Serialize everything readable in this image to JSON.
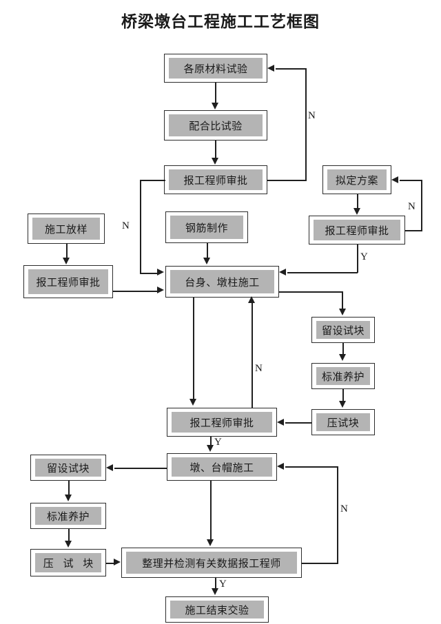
{
  "title": "桥梁墩台工程施工工艺框图",
  "nodes": {
    "raw_material_test": "各原材料试验",
    "mix_ratio_test": "配合比试验",
    "engineer_approval_1": "报工程师审批",
    "draft_plan": "拟定方案",
    "engineer_approval_2": "报工程师审批",
    "construction_layout": "施工放样",
    "engineer_approval_3": "报工程师审批",
    "rebar_fabrication": "钢筋制作",
    "abutment_pier_construction": "台身、墩柱施工",
    "reserve_test_block_r": "留设试块",
    "standard_curing_r": "标准养护",
    "press_test_block_r": "压试块",
    "engineer_approval_4": "报工程师审批",
    "pier_cap_construction": "墩、台帽施工",
    "reserve_test_block_l": "留设试块",
    "standard_curing_l": "标准养护",
    "press_test_block_l": "压 试 块",
    "collect_data_report": "整理并检测有关数据报工程师",
    "construction_complete": "施工结束交验"
  },
  "edge_labels": {
    "n_top_right": "N",
    "n_plan_loop": "N",
    "y_plan_pass": "Y",
    "n_approval1_loop": "N",
    "n_approval4_loop": "N",
    "y_approval4_pass": "Y",
    "n_data_loop": "N",
    "y_data_pass": "Y"
  },
  "colors": {
    "plate_fill": "#b4b4b4",
    "box_border": "#2b2b2b",
    "line": "#1f1f1f",
    "background": "#ffffff",
    "text": "#1a1a1a"
  }
}
